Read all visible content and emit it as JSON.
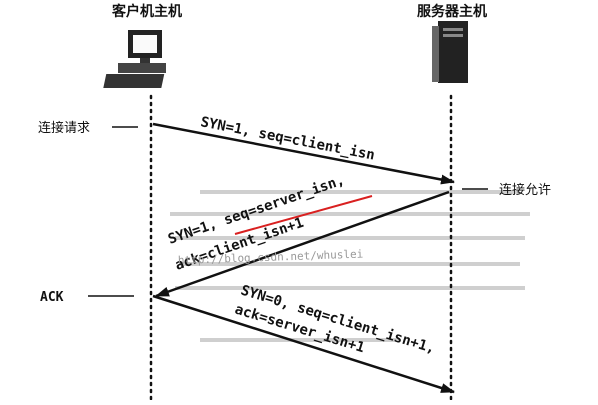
{
  "hosts": {
    "client": {
      "label": "客户机主机",
      "icon": "desktop-computer-icon"
    },
    "server": {
      "label": "服务器主机",
      "icon": "server-tower-icon"
    }
  },
  "side_labels": {
    "connect_request": "连接请求",
    "connect_allow": "连接允许",
    "ack": "ACK"
  },
  "messages": [
    {
      "lines": [
        "SYN=1, seq=client_isn"
      ]
    },
    {
      "lines": [
        "SYN=1, seq=server_isn,",
        "ack=client_isn+1"
      ]
    },
    {
      "lines": [
        "SYN=0, seq=client_isn+1,",
        "ack=server_isn+1"
      ]
    }
  ],
  "watermark": "http://blog.csdn.net/whuslei",
  "colors": {
    "ink": "#111111",
    "highlight": "#d92020",
    "bleed": "#c8c8c8"
  }
}
